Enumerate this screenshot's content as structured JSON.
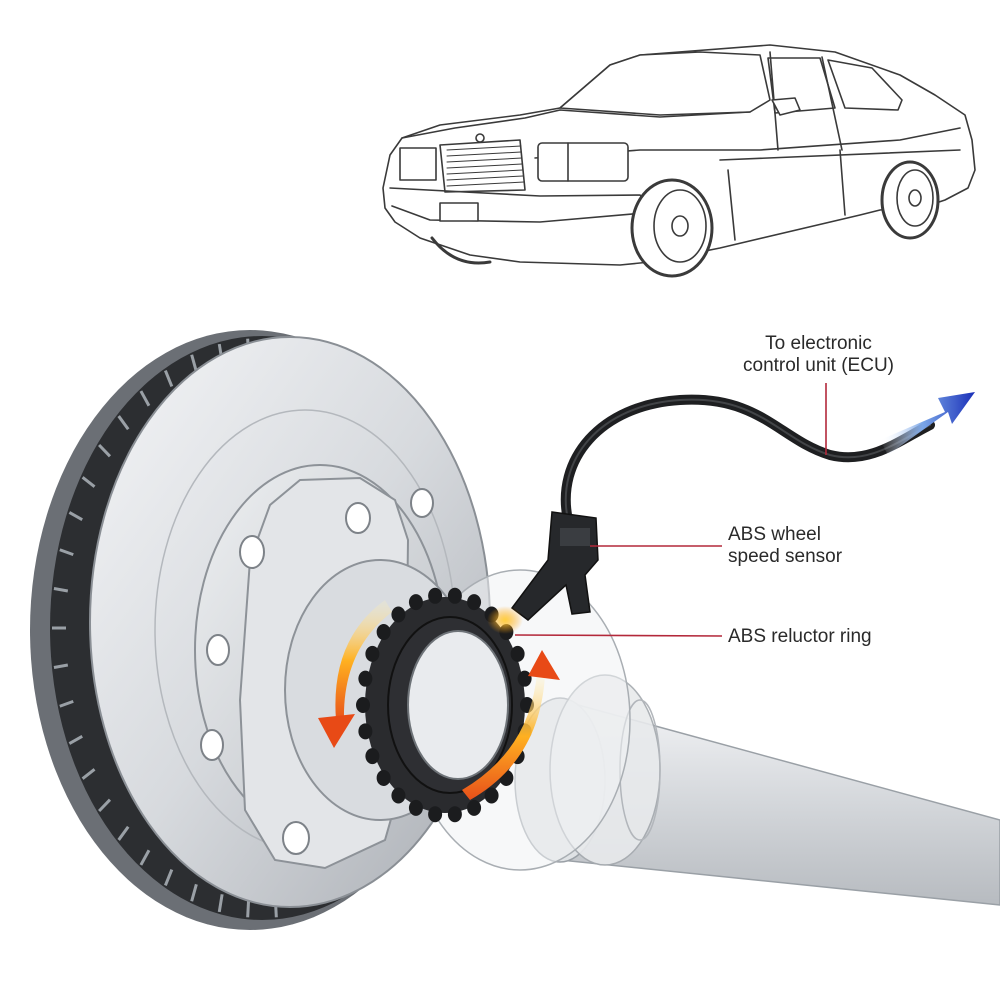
{
  "labels": {
    "ecu_line1": "To electronic",
    "ecu_line2": "control unit (ECU)",
    "sensor_line1": "ABS wheel",
    "sensor_line2": "speed sensor",
    "ring": "ABS reluctor ring"
  },
  "colors": {
    "leader_line": "#b3283a",
    "arrow_ecu": "#1a2fb8",
    "rotation_arrow": "#f07a10"
  }
}
